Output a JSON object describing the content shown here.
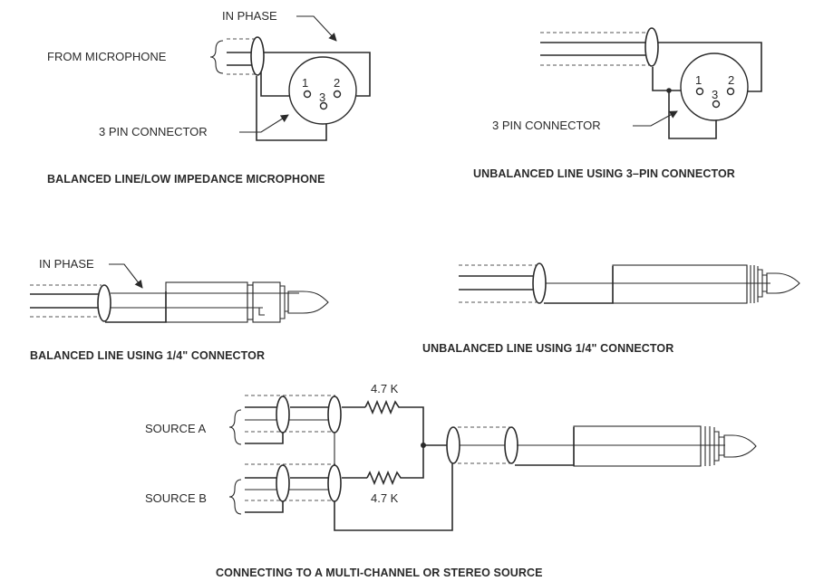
{
  "diagram1": {
    "in_phase_label": "IN PHASE",
    "source_label": "FROM MICROPHONE",
    "connector_label": "3 PIN CONNECTOR",
    "pin1": "1",
    "pin2": "2",
    "pin3": "3",
    "caption": "BALANCED LINE/LOW IMPEDANCE MICROPHONE"
  },
  "diagram2": {
    "connector_label": "3 PIN CONNECTOR",
    "pin1": "1",
    "pin2": "2",
    "pin3": "3",
    "caption": "UNBALANCED LINE USING 3–PIN CONNECTOR"
  },
  "diagram3": {
    "in_phase_label": "IN PHASE",
    "caption": "BALANCED LINE USING 1/4\" CONNECTOR"
  },
  "diagram4": {
    "caption": "UNBALANCED LINE USING 1/4\" CONNECTOR"
  },
  "diagram5": {
    "source_a_label": "SOURCE A",
    "source_b_label": "SOURCE B",
    "resistor_a_value": "4.7 K",
    "resistor_b_value": "4.7 K",
    "caption": "CONNECTING TO A MULTI-CHANNEL OR STEREO SOURCE"
  }
}
